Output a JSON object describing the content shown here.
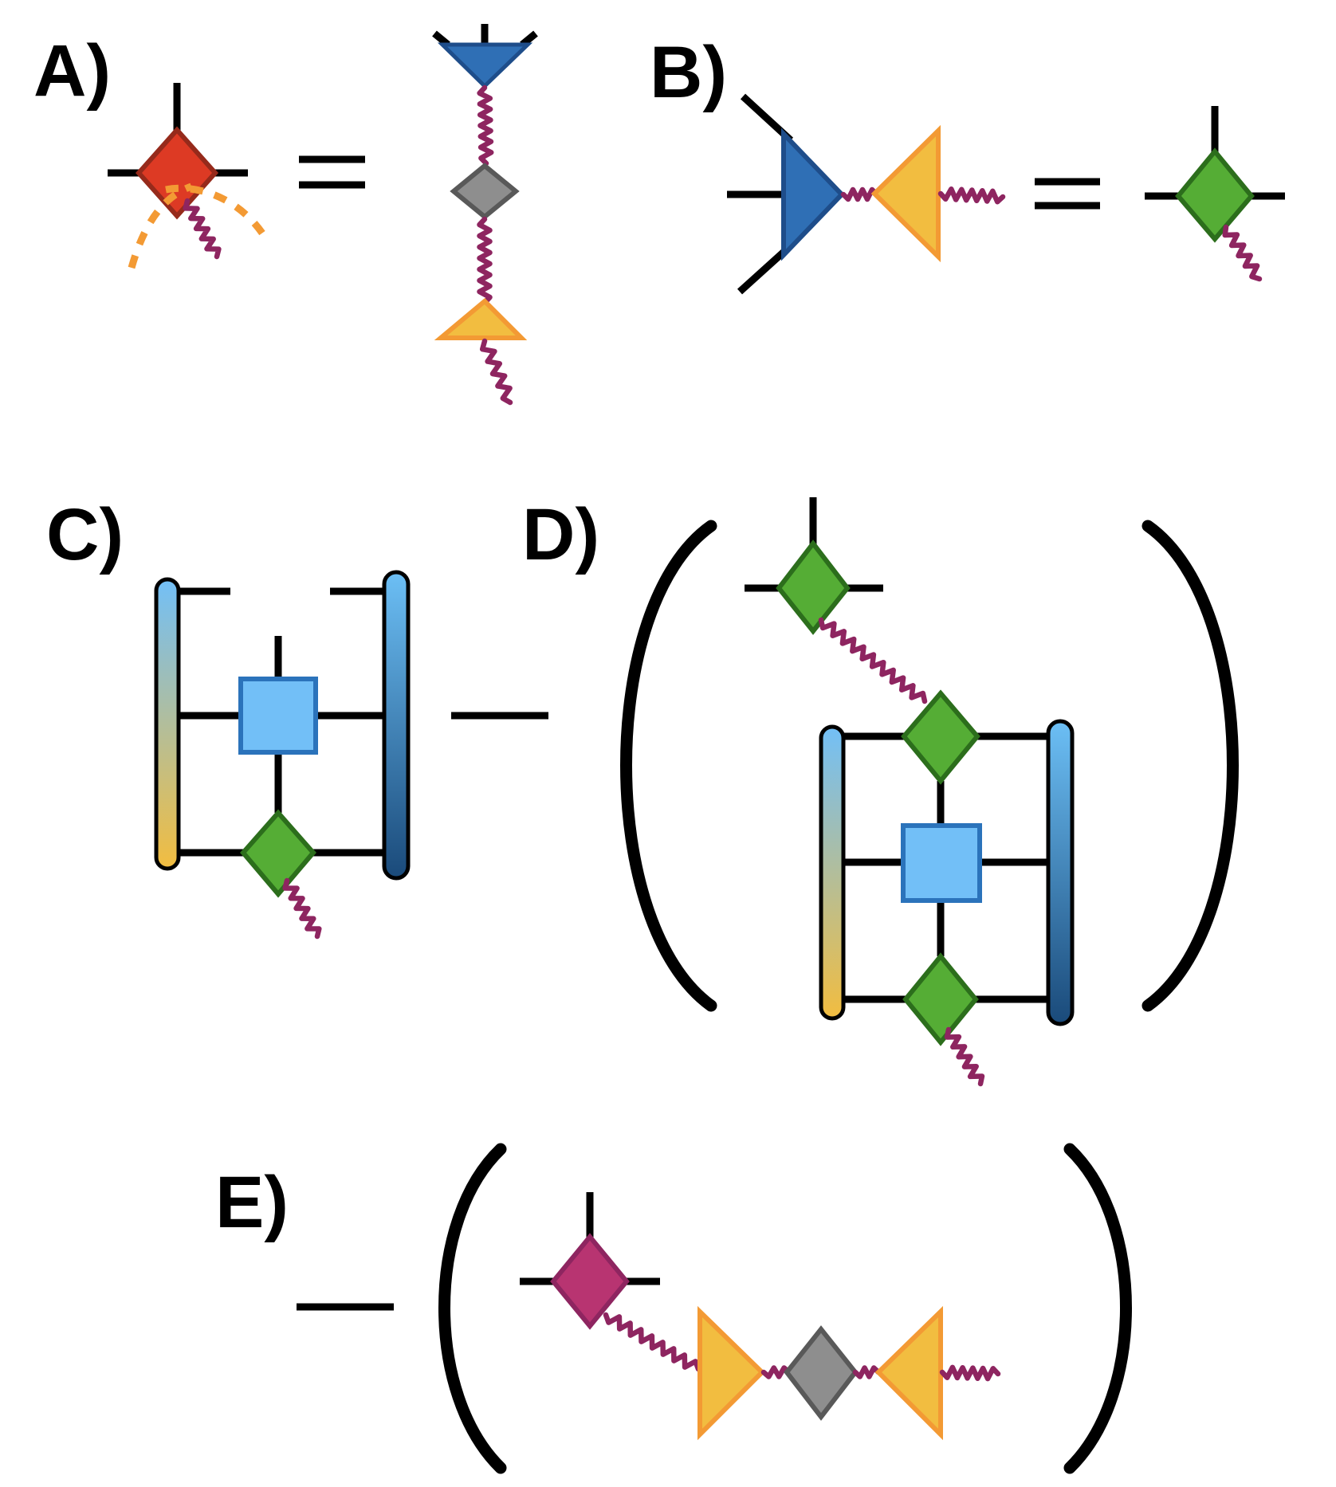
{
  "panels": [
    {
      "id": "A",
      "label": "A)"
    },
    {
      "id": "B",
      "label": "B)"
    },
    {
      "id": "C",
      "label": "C)"
    },
    {
      "id": "D",
      "label": "D)"
    },
    {
      "id": "E",
      "label": "E)"
    }
  ],
  "colors": {
    "red_tensor": "#dd3a24",
    "red_tensor_border": "#962a1b",
    "blue_triangle": "#2f6fb5",
    "blue_triangle_border": "#1e4d8a",
    "gray_diamond": "#8e8e8e",
    "gray_diamond_border": "#595959",
    "orange_triangle": "#f2bd40",
    "orange_triangle_border": "#f39a34",
    "green_diamond": "#55ad35",
    "green_diamond_border": "#2c6e1c",
    "light_blue_square": "#72bff7",
    "light_blue_square_border": "#2b73bb",
    "magenta_diamond": "#b83471",
    "magenta_diamond_border": "#8e2560",
    "wavy_bond": "#8e2560",
    "dotted_bond": "#f39a34",
    "env_bar_left_top": "#72bff7",
    "env_bar_left_bottom": "#f2bd40",
    "env_bar_right_top": "#6cbff5",
    "env_bar_right_bottom": "#1a4a7a"
  }
}
